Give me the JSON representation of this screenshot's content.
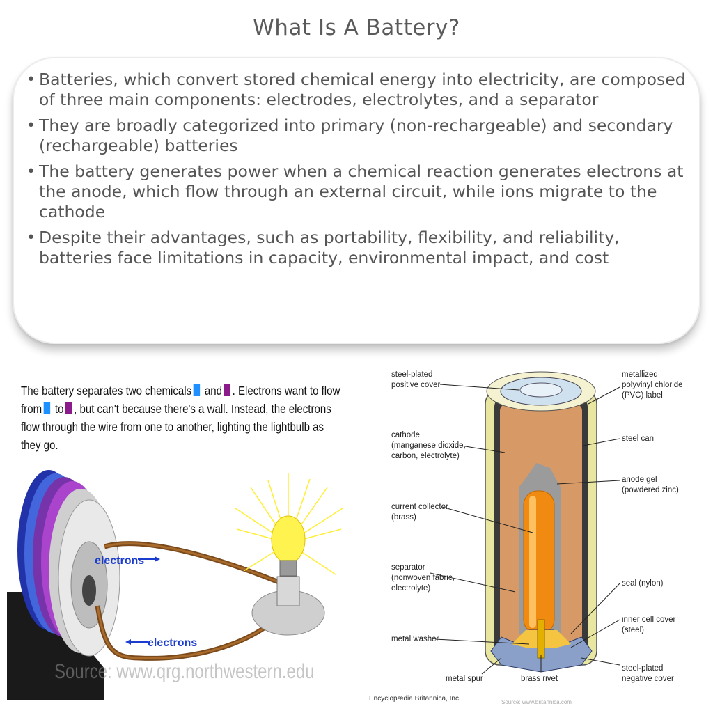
{
  "title": "What Is A Battery?",
  "bullets": [
    "Batteries, which convert stored chemical energy into electricity, are composed of three main components: electrodes, electrolytes, and a separator",
    "They are broadly categorized into primary (non-rechargeable) and secondary (rechargeable) batteries",
    "The battery generates power when a chemical reaction generates electrons at the anode, which flow through an external circuit, while ions migrate to the cathode",
    "Despite their advantages, such as portability, flexibility, and reliability, batteries face limitations in capacity, environmental impact, and cost"
  ],
  "left_figure": {
    "caption_part1": "The battery separates two chemicals",
    "caption_part2": "and",
    "caption_part3": ".  Electrons want to flow from",
    "caption_part4": "to",
    "caption_part5": ", but can't because there's a wall.  Instead, the electrons flow through the wire from one to another, lighting the lightbulb as they go.",
    "chemical_colors": [
      "#1e90ff",
      "#8b1a8b"
    ],
    "electrons_top": "electrons",
    "electrons_bottom": "electrons",
    "watermark": "Source: www.qrg.northwestern.edu"
  },
  "right_figure": {
    "labels": {
      "positive_cover": "steel-plated\npositive cover",
      "pvc_label": "metallized\npolyvinyl chloride\n(PVC) label",
      "steel_can": "steel can",
      "cathode": "cathode\n(manganese dioxide,\ncarbon, electrolyte)",
      "anode_gel": "anode gel\n(powdered zinc)",
      "current_collector": "current collector\n(brass)",
      "separator": "separator\n(nonwoven fabric,\nelectrolyte)",
      "seal": "seal (nylon)",
      "inner_cell_cover": "inner cell cover\n(steel)",
      "metal_washer": "metal washer",
      "metal_spur": "metal spur",
      "brass_rivet": "brass rivet",
      "negative_cover": "steel-plated\nnegative cover"
    },
    "credit": "Encyclopædia Britannica, Inc.",
    "source": "Source: www.britannica.com"
  }
}
